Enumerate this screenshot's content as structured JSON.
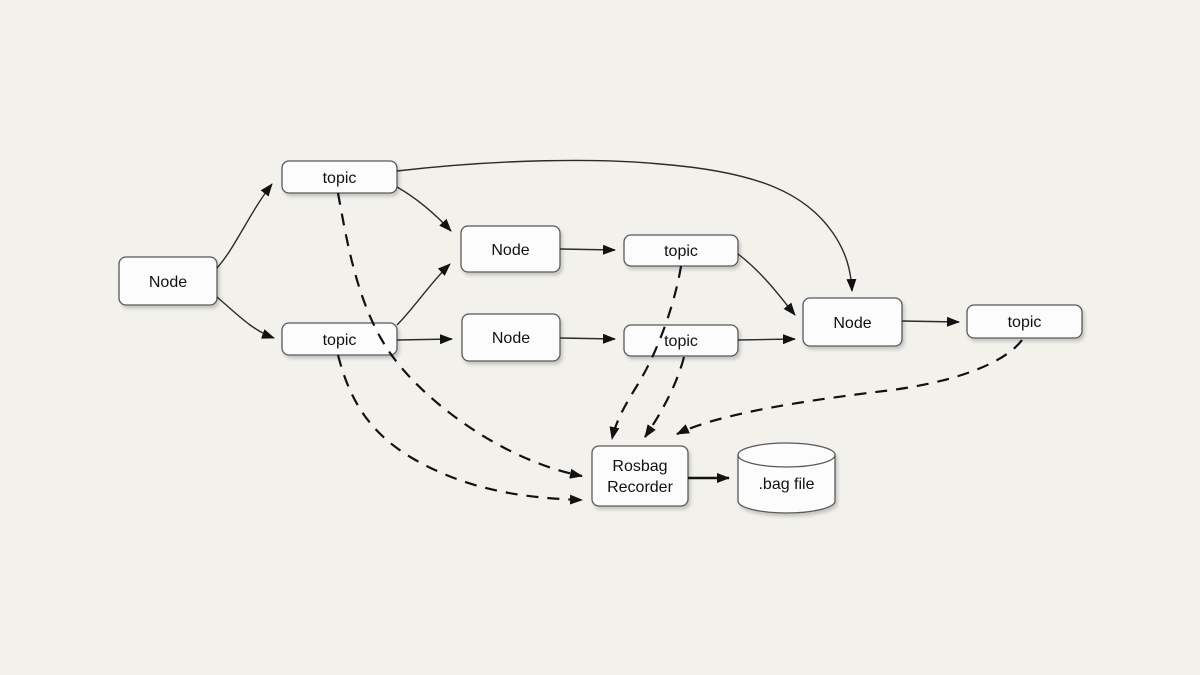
{
  "diagram": {
    "colors": {
      "background": "#f2f1ec",
      "shape_fill": "#fcfcfc",
      "shape_stroke": "#595959",
      "edge_color": "#2b2b2b",
      "dashed_edge_color": "#111111",
      "text_color": "#111111"
    },
    "nodes": [
      {
        "id": "node-left",
        "type": "node",
        "label": "Node"
      },
      {
        "id": "topic-top-left",
        "type": "topic",
        "label": "topic"
      },
      {
        "id": "topic-bottom-left",
        "type": "topic",
        "label": "topic"
      },
      {
        "id": "node-mid-top",
        "type": "node",
        "label": "Node"
      },
      {
        "id": "node-mid-bottom",
        "type": "node",
        "label": "Node"
      },
      {
        "id": "topic-mid-top",
        "type": "topic",
        "label": "topic"
      },
      {
        "id": "topic-mid-bottom",
        "type": "topic",
        "label": "topic"
      },
      {
        "id": "node-right",
        "type": "node",
        "label": "Node"
      },
      {
        "id": "topic-right",
        "type": "topic",
        "label": "topic"
      },
      {
        "id": "rosbag-recorder",
        "type": "process",
        "label_line1": "Rosbag",
        "label_line2": "Recorder"
      },
      {
        "id": "bag-file",
        "type": "datastore",
        "label": ".bag file"
      }
    ],
    "edges": [
      {
        "from": "node-left",
        "to": "topic-top-left",
        "style": "solid"
      },
      {
        "from": "node-left",
        "to": "topic-bottom-left",
        "style": "solid"
      },
      {
        "from": "topic-top-left",
        "to": "node-right",
        "style": "solid"
      },
      {
        "from": "topic-top-left",
        "to": "node-mid-top",
        "style": "solid"
      },
      {
        "from": "topic-bottom-left",
        "to": "node-mid-top",
        "style": "solid"
      },
      {
        "from": "topic-bottom-left",
        "to": "node-mid-bottom",
        "style": "solid"
      },
      {
        "from": "node-mid-top",
        "to": "topic-mid-top",
        "style": "solid"
      },
      {
        "from": "node-mid-bottom",
        "to": "topic-mid-bottom",
        "style": "solid"
      },
      {
        "from": "topic-mid-top",
        "to": "node-right",
        "style": "solid"
      },
      {
        "from": "topic-mid-bottom",
        "to": "node-right",
        "style": "solid"
      },
      {
        "from": "node-right",
        "to": "topic-right",
        "style": "solid"
      },
      {
        "from": "rosbag-recorder",
        "to": "bag-file",
        "style": "solid"
      },
      {
        "from": "topic-top-left",
        "to": "rosbag-recorder",
        "style": "dashed"
      },
      {
        "from": "topic-bottom-left",
        "to": "rosbag-recorder",
        "style": "dashed"
      },
      {
        "from": "topic-mid-top",
        "to": "rosbag-recorder",
        "style": "dashed"
      },
      {
        "from": "topic-mid-bottom",
        "to": "rosbag-recorder",
        "style": "dashed"
      },
      {
        "from": "topic-right",
        "to": "rosbag-recorder",
        "style": "dashed"
      }
    ]
  }
}
